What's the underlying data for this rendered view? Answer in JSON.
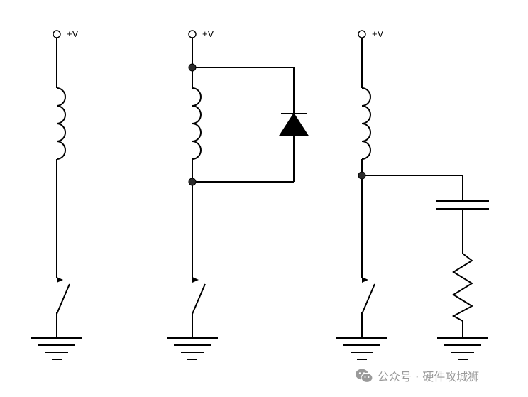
{
  "circuits": [
    {
      "id": "basic-relay",
      "supply_label": "+V",
      "components": [
        "inductor-coil",
        "switch",
        "ground"
      ]
    },
    {
      "id": "flyback-diode",
      "supply_label": "+V",
      "components": [
        "inductor-coil",
        "diode",
        "switch",
        "ground"
      ]
    },
    {
      "id": "rc-snubber",
      "supply_label": "+V",
      "components": [
        "inductor-coil",
        "capacitor",
        "resistor",
        "switch",
        "ground",
        "ground"
      ]
    }
  ],
  "watermark": {
    "icon": "wechat-icon",
    "text": "公众号 · 硬件攻城狮"
  },
  "colors": {
    "wire": "#000000",
    "node": "#2b2b2b",
    "watermark": "#9a9a9a"
  }
}
